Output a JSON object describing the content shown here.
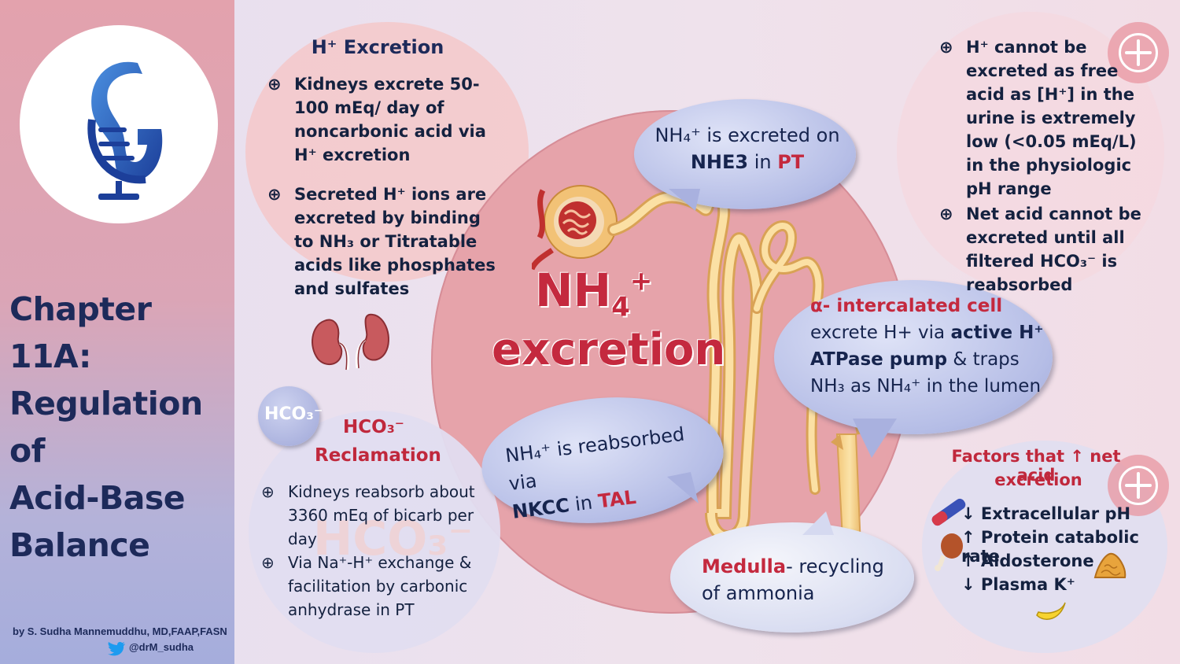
{
  "sidebar": {
    "title_lines": [
      "Chapter 11A:",
      "Regulation of",
      "Acid-Base",
      "Balance"
    ],
    "author": "by S. Sudha Mannemuddhu, MD,FAAP,FASN",
    "handle": "@drM_sudha"
  },
  "h_excretion": {
    "title": "H⁺ Excretion",
    "bullets": [
      "Kidneys excrete 50-100 mEq/ day of noncarbonic acid via H⁺ excretion",
      "Secreted H⁺ ions are excreted by binding to NH₃ or Titratable acids like phosphates and sulfates"
    ]
  },
  "hco3_reclamation": {
    "badge": "HCO₃⁻",
    "title_formula": "HCO₃⁻",
    "title_word": "Reclamation",
    "watermark": "HCO₃⁻",
    "bullets": [
      "Kidneys reabsorb about 3360 mEq of bicarb per day",
      "Via Na⁺-H⁺ exchange & facilitation by carbonic anhydrase in PT"
    ]
  },
  "center": {
    "formula": "NH",
    "formula_sub": "4",
    "formula_sup": "+",
    "word": "excretion"
  },
  "callouts": {
    "nhe3": {
      "line1": "NH₄⁺ is excreted on",
      "bold": "NHE3",
      "mid": " in ",
      "red": "PT"
    },
    "alpha": {
      "red": "α- intercalated cell",
      "t1": " excrete H+ via ",
      "b1": "active H⁺ ATPase pump",
      "t2": " & traps NH₃ as NH₄⁺ in the lumen"
    },
    "nkcc": {
      "line1": "NH₄⁺  is reabsorbed via",
      "bold": "NKCC",
      "mid": " in ",
      "red": "TAL"
    },
    "medulla": {
      "red": "Medulla",
      "rest1": "- recycling",
      "rest2": "of ammonia"
    }
  },
  "top_right": {
    "bullets": [
      "H⁺ cannot be excreted as free acid as [H⁺] in the urine is extremely low (<0.05 mEq/L) in the physiologic pH range",
      "Net acid cannot be excreted until all filtered HCO₃⁻ is reabsorbed"
    ]
  },
  "factors": {
    "title_line1": "Factors that ↑ net acid",
    "title_line2": "excretion",
    "items": [
      "↓ Extracellular pH",
      "↑ Protein catabolic rate",
      "↑ Aldosterone",
      "↓ Plasma K⁺"
    ]
  },
  "colors": {
    "accent_red": "#c4293e",
    "navy": "#16244e",
    "main_circle": "#e6a3aa",
    "callout_blue": "#b5bde6"
  },
  "icons": [
    "microphone-kidney-logo",
    "twitter-bird-icon",
    "bullet-plus-icon",
    "kidney-icon",
    "nephron-illustration",
    "plus-circle-icon",
    "thermometer-icon",
    "drumstick-icon",
    "adrenal-icon",
    "banana-icon"
  ]
}
